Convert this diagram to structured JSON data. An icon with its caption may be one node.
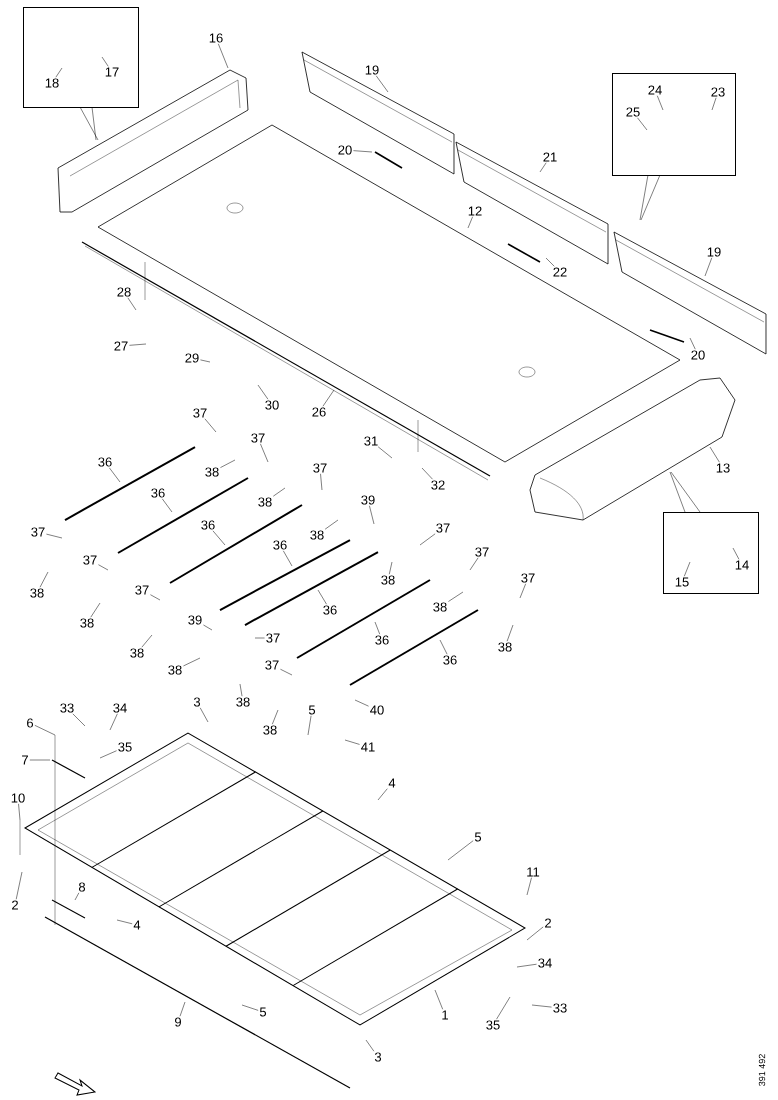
{
  "diagram": {
    "nodes": [
      {
        "text": [],
        "shape": "box"
      },
      {
        "text": [
          "18"
        ],
        "in": 0
      },
      {
        "text": [
          "17"
        ],
        "in": 0
      },
      {
        "text": [
          "16"
        ]
      },
      {
        "text": [
          "19"
        ]
      },
      {
        "text": [
          "20"
        ]
      },
      {
        "text": [
          "21"
        ]
      },
      {
        "text": [
          "12"
        ]
      },
      {
        "text": [
          "22"
        ]
      },
      {
        "text": [],
        "shape": "box"
      },
      {
        "text": [
          "25"
        ],
        "in": 9
      },
      {
        "text": [
          "24"
        ],
        "in": 9
      },
      {
        "text": [
          "23"
        ],
        "in": 9
      },
      {
        "text": [
          "19"
        ]
      },
      {
        "text": [
          "20"
        ]
      },
      {
        "text": [
          "28"
        ]
      },
      {
        "text": [
          "27"
        ]
      },
      {
        "text": [
          "29"
        ]
      },
      {
        "text": [
          "30"
        ]
      },
      {
        "text": [
          "26"
        ]
      },
      {
        "text": [
          "31"
        ]
      },
      {
        "text": [
          "32"
        ]
      },
      {
        "text": [
          "13"
        ]
      },
      {
        "text": [],
        "shape": "box"
      },
      {
        "text": [
          "14"
        ],
        "in": 23
      },
      {
        "text": [
          "15"
        ],
        "in": 23
      },
      {
        "text": [
          "37"
        ]
      },
      {
        "text": [
          "37"
        ]
      },
      {
        "text": [
          "36"
        ]
      },
      {
        "text": [
          "38"
        ]
      },
      {
        "text": [
          "37"
        ]
      },
      {
        "text": [
          "36"
        ]
      },
      {
        "text": [
          "38"
        ]
      },
      {
        "text": [
          "39"
        ]
      },
      {
        "text": [
          "37"
        ]
      },
      {
        "text": [
          "36"
        ]
      },
      {
        "text": [
          "38"
        ]
      },
      {
        "text": [
          "37"
        ]
      },
      {
        "text": [
          "36"
        ]
      },
      {
        "text": [
          "37"
        ]
      },
      {
        "text": [
          "38"
        ]
      },
      {
        "text": [
          "37"
        ]
      },
      {
        "text": [
          "37"
        ]
      },
      {
        "text": [
          "37"
        ]
      },
      {
        "text": [
          "38"
        ]
      },
      {
        "text": [
          "38"
        ]
      },
      {
        "text": [
          "36"
        ]
      },
      {
        "text": [
          "39"
        ]
      },
      {
        "text": [
          "38"
        ]
      },
      {
        "text": [
          "37"
        ]
      },
      {
        "text": [
          "36"
        ]
      },
      {
        "text": [
          "38"
        ]
      },
      {
        "text": [
          "38"
        ]
      },
      {
        "text": [
          "36"
        ]
      },
      {
        "text": [
          "37"
        ]
      },
      {
        "text": [
          "38"
        ]
      },
      {
        "text": [
          "3"
        ]
      },
      {
        "text": [
          "38"
        ]
      },
      {
        "text": [
          "5"
        ]
      },
      {
        "text": [
          "40"
        ]
      },
      {
        "text": [
          "33"
        ]
      },
      {
        "text": [
          "34"
        ]
      },
      {
        "text": [
          "6"
        ]
      },
      {
        "text": [
          "38"
        ]
      },
      {
        "text": [
          "41"
        ]
      },
      {
        "text": [
          "35"
        ]
      },
      {
        "text": [
          "7"
        ]
      },
      {
        "text": [
          "4"
        ]
      },
      {
        "text": [
          "10"
        ]
      },
      {
        "text": [
          "5"
        ]
      },
      {
        "text": [
          "11"
        ]
      },
      {
        "text": [
          "8"
        ]
      },
      {
        "text": [
          "2"
        ]
      },
      {
        "text": [
          "4"
        ]
      },
      {
        "text": [
          "2"
        ]
      },
      {
        "text": [
          "34"
        ]
      },
      {
        "text": [
          "33"
        ]
      },
      {
        "text": [
          "1"
        ]
      },
      {
        "text": [
          "5"
        ]
      },
      {
        "text": [
          "9"
        ]
      },
      {
        "text": [
          "35"
        ]
      },
      {
        "text": [
          "3"
        ]
      }
    ],
    "edges": [
      {
        "from": 1,
        "to": null,
        "arrow": "none"
      },
      {
        "from": 2,
        "to": null,
        "arrow": "none"
      },
      {
        "from": 3,
        "to": null,
        "arrow": "none"
      },
      {
        "from": 4,
        "to": null,
        "arrow": "none"
      },
      {
        "from": 5,
        "to": null,
        "arrow": "none"
      },
      {
        "from": 6,
        "to": null,
        "arrow": "none"
      },
      {
        "from": 7,
        "to": null,
        "arrow": "none"
      },
      {
        "from": 8,
        "to": null,
        "arrow": "none"
      },
      {
        "from": 10,
        "to": null,
        "arrow": "none"
      },
      {
        "from": 11,
        "to": null,
        "arrow": "none"
      },
      {
        "from": 12,
        "to": null,
        "arrow": "none"
      },
      {
        "from": 13,
        "to": null,
        "arrow": "none"
      },
      {
        "from": 14,
        "to": null,
        "arrow": "none"
      },
      {
        "from": 15,
        "to": null,
        "arrow": "none"
      },
      {
        "from": 16,
        "to": null,
        "arrow": "none"
      },
      {
        "from": 17,
        "to": null,
        "arrow": "none"
      },
      {
        "from": 18,
        "to": null,
        "arrow": "none"
      },
      {
        "from": 19,
        "to": null,
        "arrow": "none"
      },
      {
        "from": 20,
        "to": null,
        "arrow": "none"
      },
      {
        "from": 21,
        "to": null,
        "arrow": "none"
      },
      {
        "from": 22,
        "to": null,
        "arrow": "none"
      },
      {
        "from": 24,
        "to": null,
        "arrow": "none"
      },
      {
        "from": 25,
        "to": null,
        "arrow": "none"
      },
      {
        "from": 26,
        "to": null,
        "arrow": "none"
      },
      {
        "from": 27,
        "to": null,
        "arrow": "none"
      },
      {
        "from": 28,
        "to": null,
        "arrow": "none"
      },
      {
        "from": 29,
        "to": null,
        "arrow": "none"
      },
      {
        "from": 30,
        "to": null,
        "arrow": "none"
      },
      {
        "from": 31,
        "to": null,
        "arrow": "none"
      },
      {
        "from": 32,
        "to": null,
        "arrow": "none"
      },
      {
        "from": 33,
        "to": null,
        "arrow": "none"
      },
      {
        "from": 34,
        "to": null,
        "arrow": "none"
      },
      {
        "from": 35,
        "to": null,
        "arrow": "none"
      },
      {
        "from": 36,
        "to": null,
        "arrow": "none"
      },
      {
        "from": 37,
        "to": null,
        "arrow": "none"
      },
      {
        "from": 38,
        "to": null,
        "arrow": "none"
      },
      {
        "from": 39,
        "to": null,
        "arrow": "none"
      },
      {
        "from": 40,
        "to": null,
        "arrow": "none"
      },
      {
        "from": 41,
        "to": null,
        "arrow": "none"
      },
      {
        "from": 42,
        "to": null,
        "arrow": "none"
      },
      {
        "from": 43,
        "to": null,
        "arrow": "none"
      },
      {
        "from": 44,
        "to": null,
        "arrow": "none"
      },
      {
        "from": 45,
        "to": null,
        "arrow": "none"
      },
      {
        "from": 46,
        "to": null,
        "arrow": "none"
      },
      {
        "from": 47,
        "to": null,
        "arrow": "none"
      },
      {
        "from": 48,
        "to": null,
        "arrow": "none"
      },
      {
        "from": 49,
        "to": null,
        "arrow": "none"
      },
      {
        "from": 50,
        "to": null,
        "arrow": "none"
      },
      {
        "from": 51,
        "to": null,
        "arrow": "none"
      },
      {
        "from": 52,
        "to": null,
        "arrow": "none"
      },
      {
        "from": 53,
        "to": null,
        "arrow": "none"
      },
      {
        "from": 54,
        "to": null,
        "arrow": "none"
      },
      {
        "from": 55,
        "to": null,
        "arrow": "none"
      },
      {
        "from": 56,
        "to": null,
        "arrow": "none"
      },
      {
        "from": 57,
        "to": null,
        "arrow": "none"
      },
      {
        "from": 58,
        "to": null,
        "arrow": "none"
      },
      {
        "from": 59,
        "to": null,
        "arrow": "none"
      },
      {
        "from": 60,
        "to": null,
        "arrow": "none"
      },
      {
        "from": 61,
        "to": null,
        "arrow": "none"
      },
      {
        "from": 62,
        "to": null,
        "arrow": "none"
      },
      {
        "from": 63,
        "to": null,
        "arrow": "none"
      },
      {
        "from": 64,
        "to": null,
        "arrow": "none"
      },
      {
        "from": 65,
        "to": null,
        "arrow": "none"
      },
      {
        "from": 66,
        "to": null,
        "arrow": "none"
      },
      {
        "from": 67,
        "to": null,
        "arrow": "none"
      },
      {
        "from": 68,
        "to": null,
        "arrow": "none"
      },
      {
        "from": 69,
        "to": null,
        "arrow": "none"
      },
      {
        "from": 70,
        "to": null,
        "arrow": "none"
      },
      {
        "from": 71,
        "to": null,
        "arrow": "none"
      },
      {
        "from": 72,
        "to": null,
        "arrow": "none"
      },
      {
        "from": 73,
        "to": null,
        "arrow": "none"
      },
      {
        "from": 74,
        "to": null,
        "arrow": "none"
      },
      {
        "from": 75,
        "to": null,
        "arrow": "none"
      },
      {
        "from": 76,
        "to": null,
        "arrow": "none"
      },
      {
        "from": 77,
        "to": null,
        "arrow": "none"
      },
      {
        "from": 78,
        "to": null,
        "arrow": "none"
      },
      {
        "from": 79,
        "to": null,
        "arrow": "none"
      },
      {
        "from": 80,
        "to": null,
        "arrow": "none"
      },
      {
        "from": 81,
        "to": null,
        "arrow": "none"
      },
      {
        "from": 0,
        "to": null,
        "arrow": "none"
      },
      {
        "from": 0,
        "to": null,
        "arrow": "none"
      },
      {
        "from": 9,
        "to": null,
        "arrow": "none"
      },
      {
        "from": 9,
        "to": null,
        "arrow": "none"
      },
      {
        "from": 23,
        "to": null,
        "arrow": "none"
      },
      {
        "from": 23,
        "to": null,
        "arrow": "none"
      }
    ],
    "labels": [
      "391 492"
    ]
  }
}
